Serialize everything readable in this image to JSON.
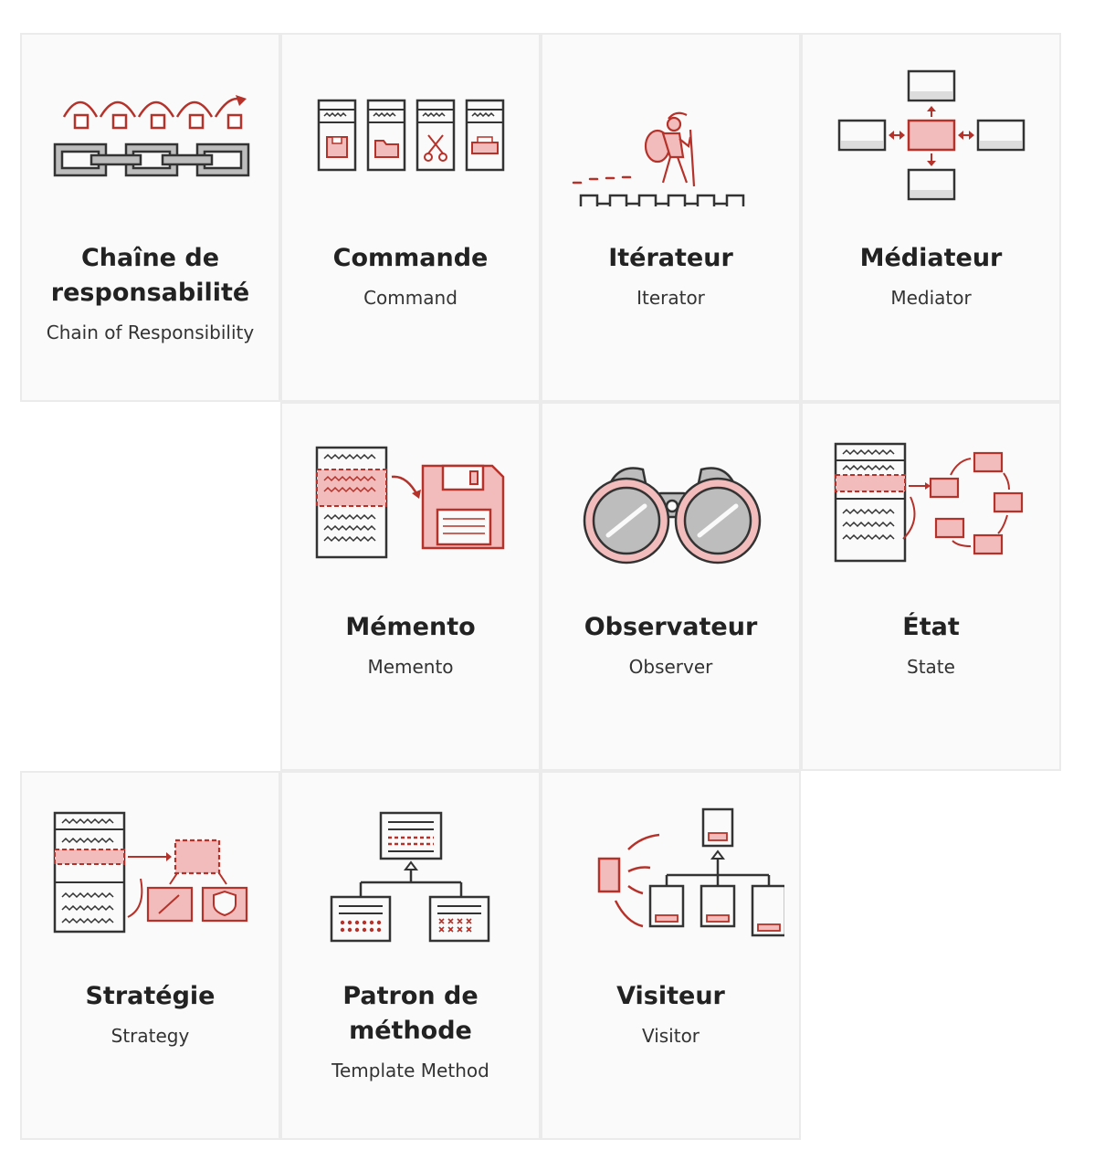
{
  "patterns": [
    {
      "title": "Chaîne de responsabilité",
      "subtitle": "Chain of Responsibility"
    },
    {
      "title": "Commande",
      "subtitle": "Command"
    },
    {
      "title": "Itérateur",
      "subtitle": "Iterator"
    },
    {
      "title": "Médiateur",
      "subtitle": "Mediator"
    },
    {
      "title": "Mémento",
      "subtitle": "Memento"
    },
    {
      "title": "Observateur",
      "subtitle": "Observer"
    },
    {
      "title": "État",
      "subtitle": "State"
    },
    {
      "title": "Stratégie",
      "subtitle": "Strategy"
    },
    {
      "title": "Patron de méthode",
      "subtitle": "Template Method"
    },
    {
      "title": "Visiteur",
      "subtitle": "Visitor"
    }
  ],
  "colors": {
    "accent": "#b5322a",
    "accent_fill": "#f2bcbc",
    "outline": "#333333",
    "card_bg": "#fafafa",
    "card_border": "#ebebeb"
  }
}
